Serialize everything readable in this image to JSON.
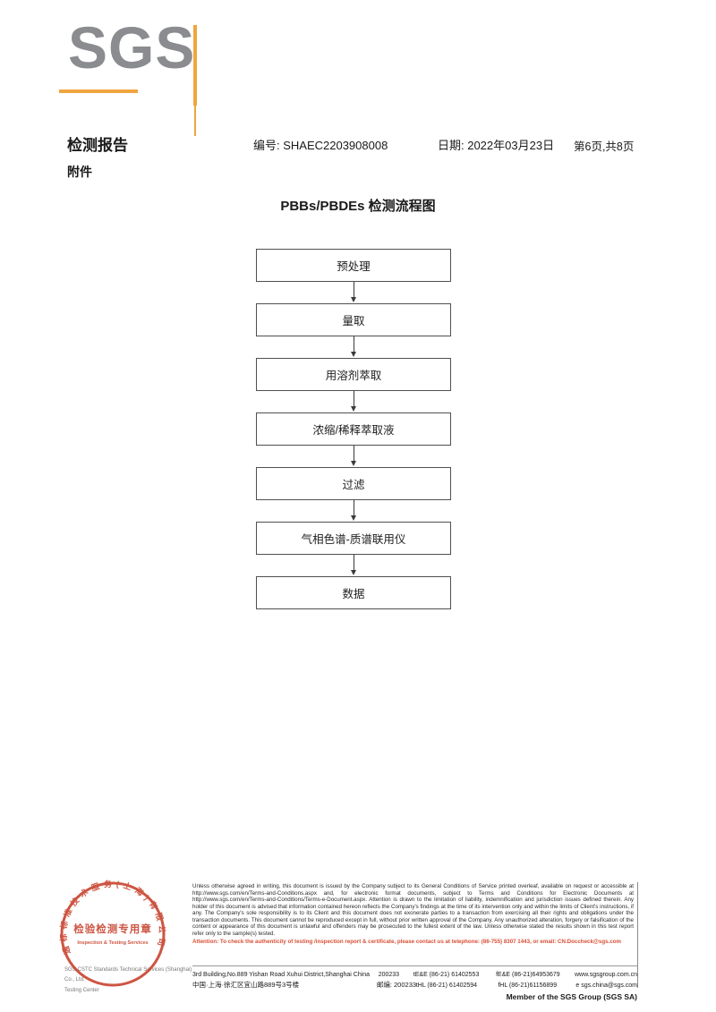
{
  "logo": {
    "text": "SGS"
  },
  "header": {
    "report_title": "检测报告",
    "report_no": "编号: SHAEC2203908008",
    "date": "日期: 2022年03月23日",
    "page": "第6页,共8页",
    "attachment": "附件"
  },
  "flowchart": {
    "title": "PBBs/PBDEs 检测流程图",
    "steps": [
      "预处理",
      "量取",
      "用溶剂萃取",
      "浓缩/稀释萃取液",
      "过滤",
      "气相色谱-质谱联用仪",
      "数据"
    ]
  },
  "stamp": {
    "ring_text": "通标标准技术服务(上海)有限公司",
    "center_text": "检验检测专用章",
    "subtitle": "Inspection & Testing Services"
  },
  "footer": {
    "company_line1": "SGS-CSTC Standards Technical Services (Shanghai) Co., Ltd.",
    "company_line2": "Testing Center",
    "disclaimer": "Unless otherwise agreed in writing, this document is issued by the Company subject to its General Conditions of Service printed overleaf, available on request or accessible at http://www.sgs.com/en/Terms-and-Conditions.aspx and, for electronic format documents, subject to Terms and Conditions for Electronic Documents at http://www.sgs.com/en/Terms-and-Conditions/Terms-e-Document.aspx. Attention is drawn to the limitation of liability, indemnification and jurisdiction issues defined therein. Any holder of this document is advised that information contained hereon reflects the Company's findings at the time of its intervention only and within the limits of Client's instructions, if any. The Company's sole responsibility is to its Client and this document does not exonerate parties to a transaction from exercising all their rights and obligations under the transaction documents. This document cannot be reproduced except in full, without prior written approval of the Company. Any unauthorized alteration, forgery or falsification of the content or appearance of this document is unlawful and offenders may be prosecuted to the fullest extent of the law. Unless otherwise stated the results shown in this test report refer only to the sample(s) tested.",
    "attention": "Attention: To check the authenticity of testing /inspection report & certificate, please contact us at telephone: (86-755) 8307 1443, or email: CN.Doccheck@sgs.com",
    "address_en": "3rd Building,No.889 Yishan Road Xuhui District,Shanghai China",
    "postcode_en": "200233",
    "tel_en": "tE&E (86-21) 61402553",
    "fax_en": "fE&E (86-21)64953679",
    "website": "www.sgsgroup.com.cn",
    "address_cn": "中国·上海·徐汇区宜山路889号3号楼",
    "postcode_cn": "邮编: 200233",
    "tel_cn": "tHL (86-21) 61402594",
    "fax_cn": "fHL (86-21)61156899",
    "email": "e sgs.china@sgs.com",
    "member": "Member of the SGS Group (SGS SA)"
  }
}
